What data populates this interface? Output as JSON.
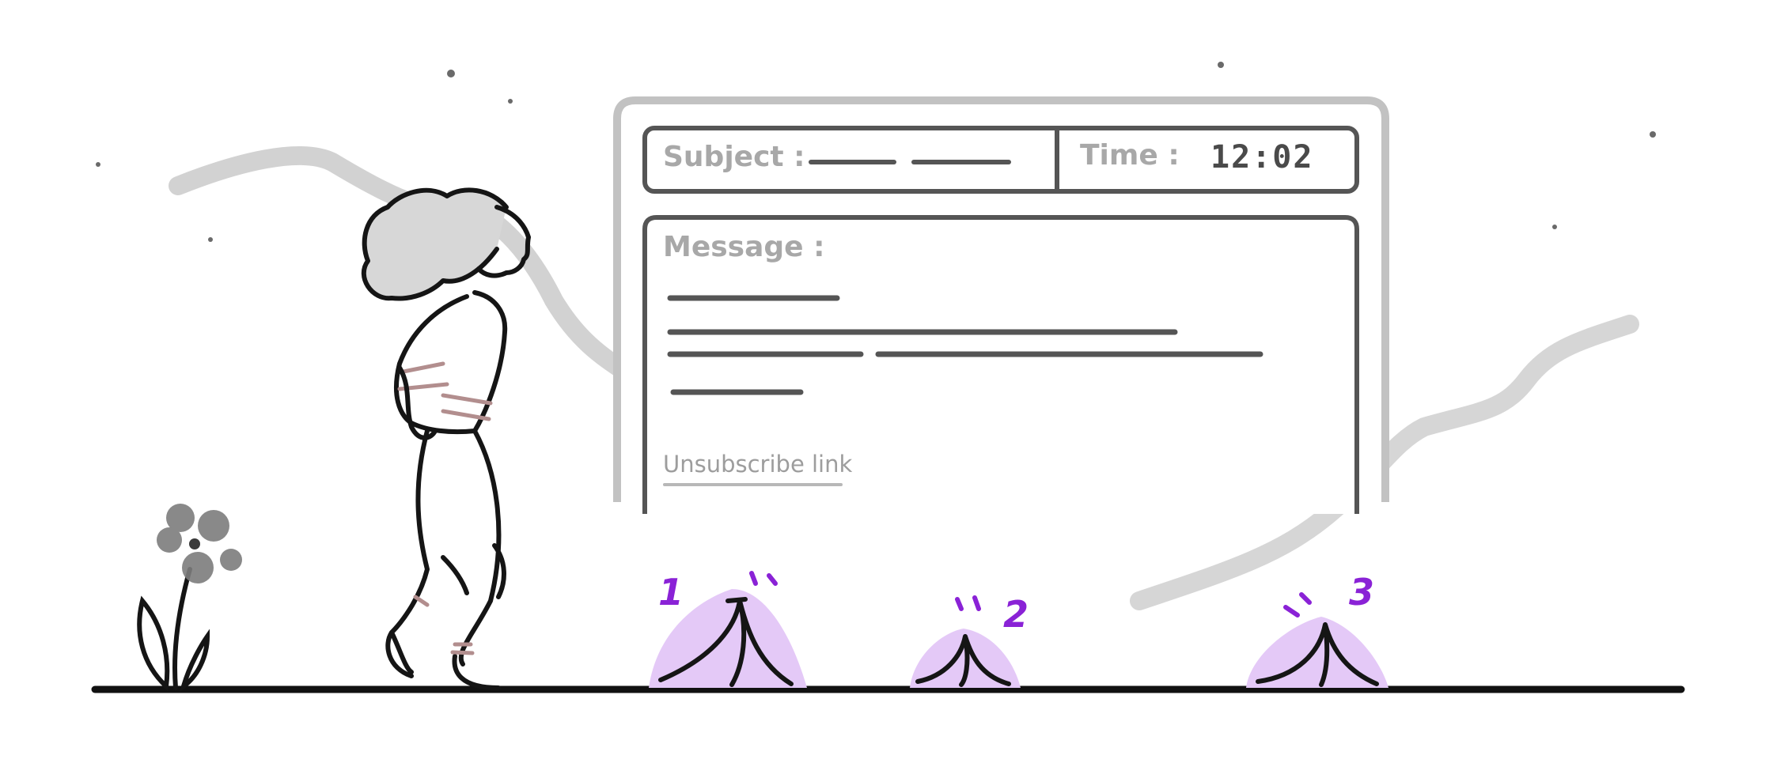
{
  "email": {
    "subject_label": "Subject :",
    "time_label": "Time :",
    "time_value": "12:02",
    "message_label": "Message :",
    "unsubscribe_label": "Unsubscribe link"
  },
  "markers": [
    "1",
    "2",
    "3"
  ],
  "colors": {
    "accent": "#8a22d6",
    "accent_glow": "#e4c9f7",
    "ink": "#151515",
    "frame": "#c2c2c2",
    "label": "#a8a8a8"
  }
}
